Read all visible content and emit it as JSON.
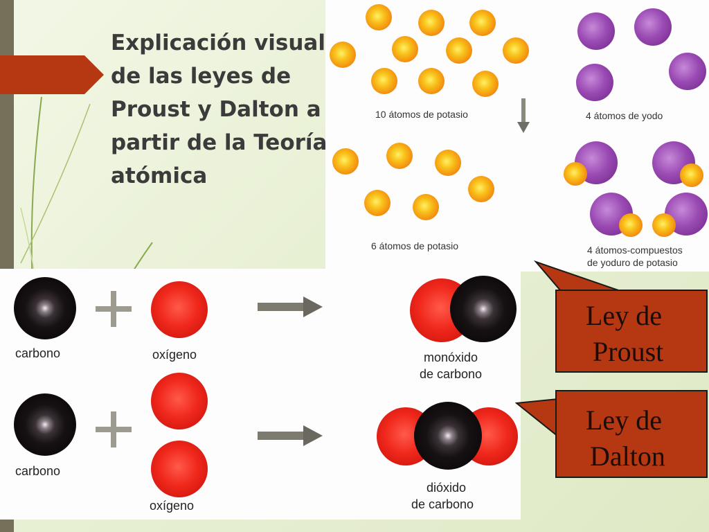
{
  "slide": {
    "title": "Explicación visual de las leyes de Proust y Dalton a partir de la Teoría atómica"
  },
  "top_figure": {
    "potassium_before_label": "10 átomos de potasio",
    "iodine_label": "4 átomos de yodo",
    "potassium_after_label": "6 átomos de potasio",
    "compound_label_line1": "4 átomos-compuestos",
    "compound_label_line2": "de yoduro de potasio"
  },
  "bottom_figure": {
    "row1": {
      "reactant1": "carbono",
      "reactant2": "oxígeno",
      "product_line1": "monóxido",
      "product_line2": "de carbono"
    },
    "row2": {
      "reactant1": "carbono",
      "reactant2": "oxígeno",
      "product_line1": "dióxido",
      "product_line2": "de carbono"
    }
  },
  "callouts": {
    "proust_line1": "Ley de",
    "proust_line2": "Proust",
    "dalton_line1": "Ley de",
    "dalton_line2": "Dalton"
  },
  "colors": {
    "accent": "#b53812",
    "sidebar": "#75705a",
    "potassium": "#f9c21b",
    "iodine": "#9b4bb4",
    "carbon": "#161113",
    "oxygen": "#f0281c"
  }
}
